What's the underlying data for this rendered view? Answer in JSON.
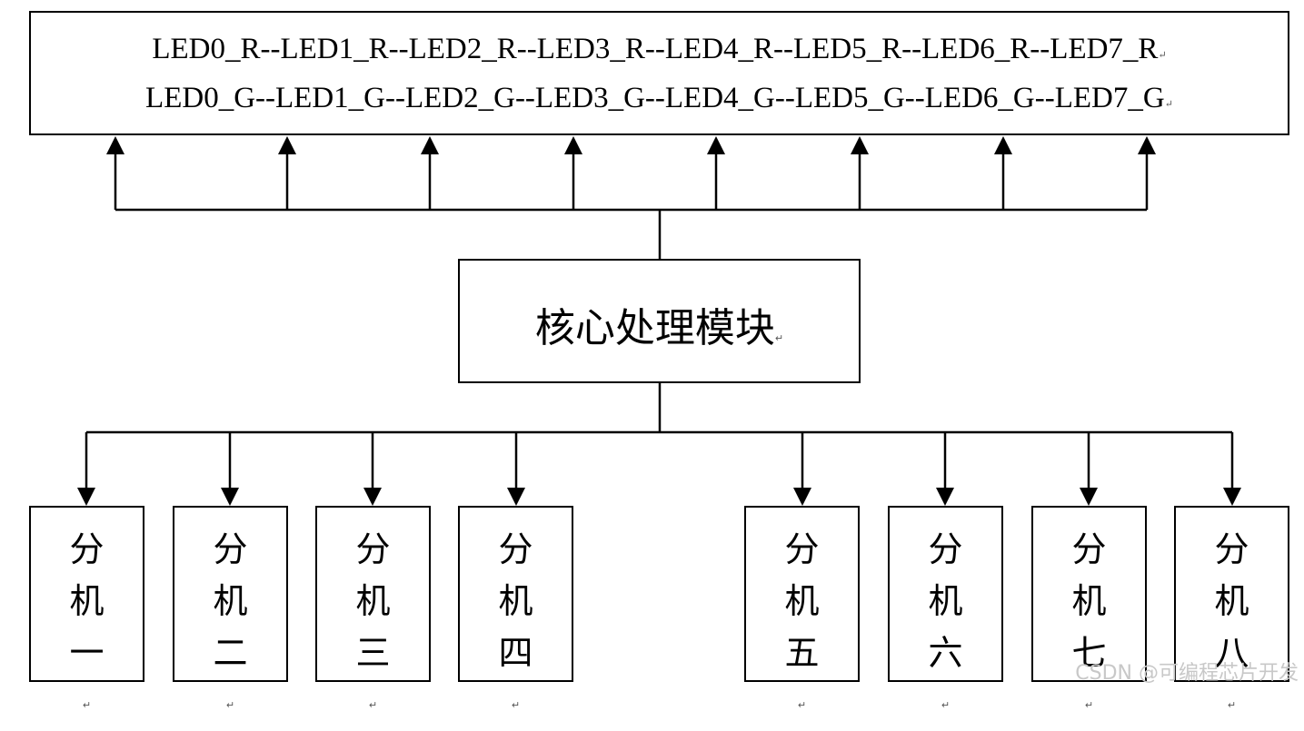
{
  "led_panel": {
    "row_red": "LED0_R--LED1_R--LED2_R--LED3_R--LED4_R--LED5_R--LED6_R--LED7_R",
    "row_green": "LED0_G--LED1_G--LED2_G--LED3_G--LED4_G--LED5_G--LED6_G--LED7_G"
  },
  "core_module": {
    "label": "核心处理模块"
  },
  "sub_units": [
    {
      "line1": "分",
      "line2": "机",
      "line3": "一"
    },
    {
      "line1": "分",
      "line2": "机",
      "line3": "二"
    },
    {
      "line1": "分",
      "line2": "机",
      "line3": "三"
    },
    {
      "line1": "分",
      "line2": "机",
      "line3": "四"
    },
    {
      "line1": "分",
      "line2": "机",
      "line3": "五"
    },
    {
      "line1": "分",
      "line2": "机",
      "line3": "六"
    },
    {
      "line1": "分",
      "line2": "机",
      "line3": "七"
    },
    {
      "line1": "分",
      "line2": "机",
      "line3": "八"
    }
  ],
  "paragraph_mark": "↵",
  "watermark": "CSDN @可编程芯片开发",
  "colors": {
    "stroke": "#000000",
    "background": "#ffffff",
    "watermark": "#c8c8c8"
  }
}
